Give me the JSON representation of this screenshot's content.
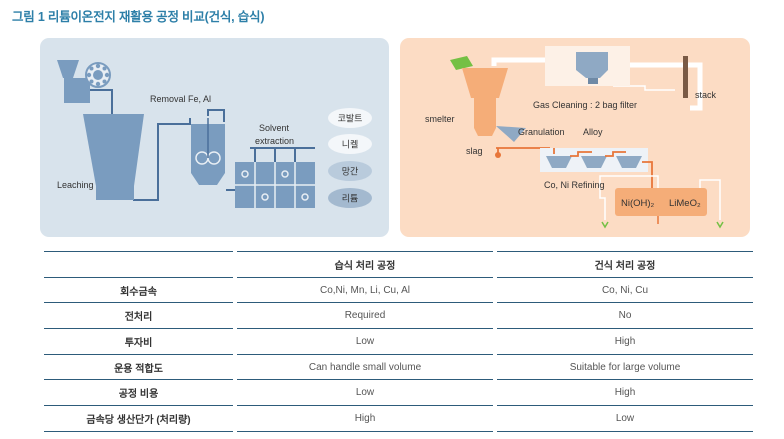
{
  "figure": {
    "title": "그림 1 리튬이온전지 재활용 공정 비교(건식, 습식)"
  },
  "wet_diagram": {
    "removal_label": "Removal Fe, Al",
    "solvent_label_line1": "Solvent",
    "solvent_label_line2": "extraction",
    "leaching_label": "Leaching",
    "products": [
      "코발트",
      "니켈",
      "망간",
      "리튬"
    ]
  },
  "dry_diagram": {
    "gas_cleaning_label": "Gas Cleaning : 2 bag filter",
    "stack_label": "stack",
    "smelter_label": "smelter",
    "granulation_label": "Granulation",
    "alloy_label": "Alloy",
    "slag_label": "slag",
    "refining_label": "Co, Ni Refining",
    "product_1": "Ni(OH)₂",
    "product_2": "LiMeO₂"
  },
  "colors": {
    "wet_panel_bg": "#d8e3ec",
    "dry_panel_bg": "#fcdcc4",
    "wet_equipment": "#7a9cbf",
    "dry_equipment": "#f5ad78",
    "green_accent": "#74c044",
    "line_blue": "#2d5b7a"
  },
  "table": {
    "headers": [
      "",
      "습식 처리 공정",
      "건식 처리 공정"
    ],
    "rows": [
      {
        "label": "회수금속",
        "wet": "Co,Ni, Mn, Li, Cu, Al",
        "dry": "Co, Ni, Cu"
      },
      {
        "label": "전처리",
        "wet": "Required",
        "dry": "No"
      },
      {
        "label": "투자비",
        "wet": "Low",
        "dry": "High"
      },
      {
        "label": "운용 적합도",
        "wet": "Can handle small volume",
        "dry": "Suitable for large volume"
      },
      {
        "label": "공정 비용",
        "wet": "Low",
        "dry": "High"
      },
      {
        "label": "금속당 생산단가 (처리량)",
        "wet": "High",
        "dry": "Low"
      }
    ]
  }
}
